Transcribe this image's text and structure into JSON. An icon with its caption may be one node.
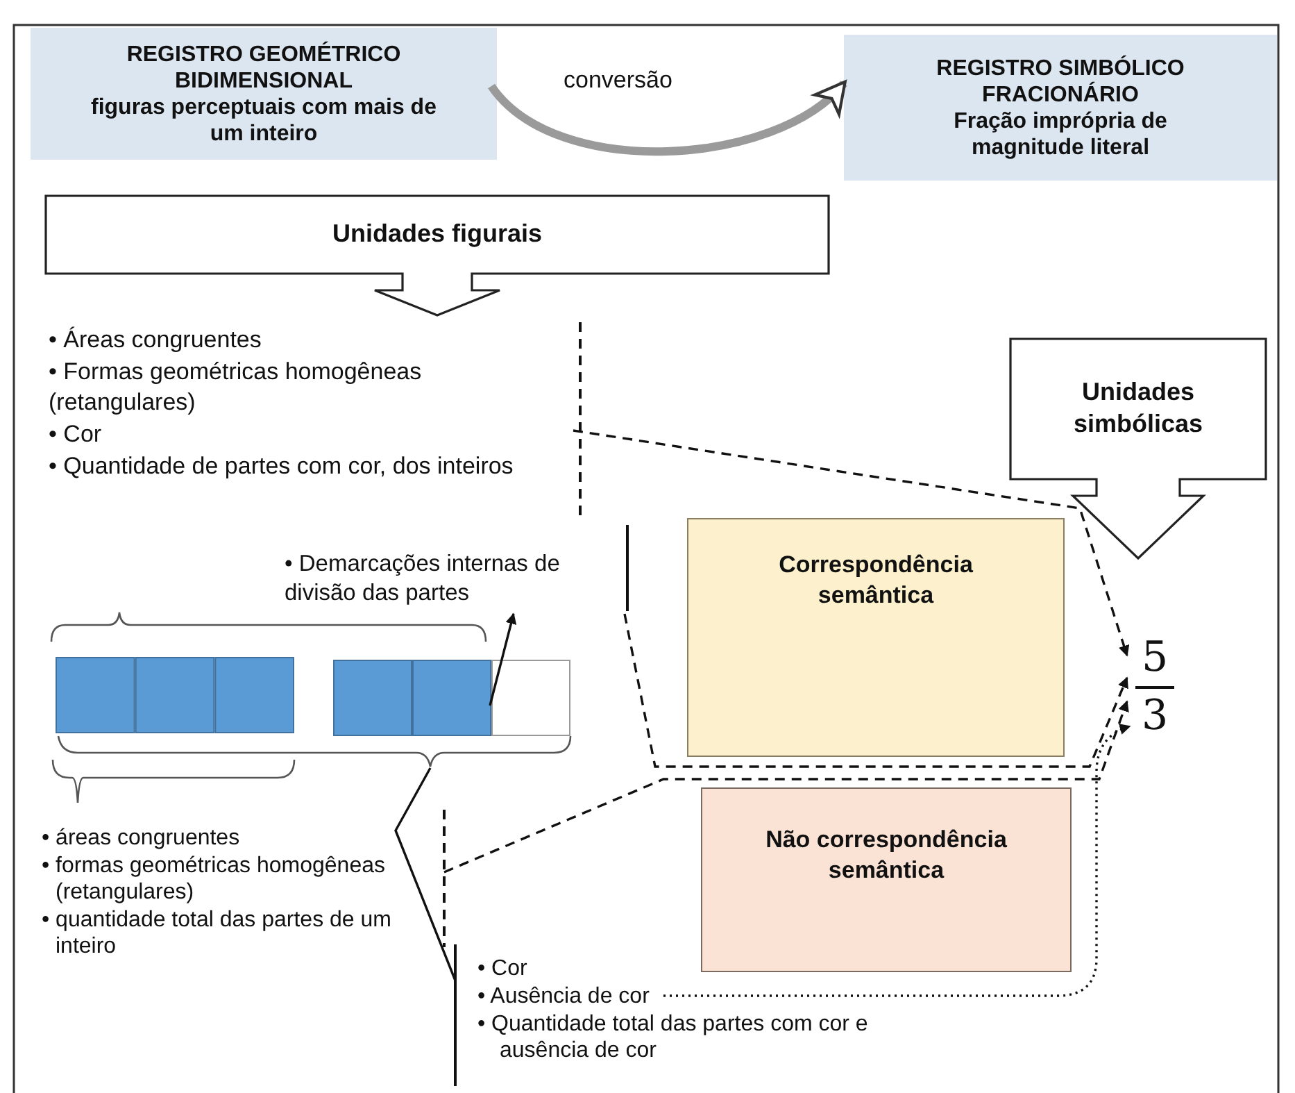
{
  "diagram": {
    "nodes": [
      {
        "text": [
          "REGISTRO GEOMÉTRICO BIDIMENSIONAL",
          "figuras perceptuais com mais de um inteiro"
        ]
      },
      {
        "text": [
          "REGISTRO SIMBÓLICO FRACIONÁRIO",
          "Fração imprópria de magnitude literal"
        ]
      },
      {
        "text": [
          "Unidades figurais"
        ]
      },
      {
        "text": [
          "Unidades simbólicas"
        ]
      },
      {
        "text": [
          "• Áreas congruentes",
          "• Formas geométricas homogêneas (retangulares)",
          "• Cor",
          "• Quantidade de partes com cor, dos inteiros"
        ]
      },
      {
        "text": [
          "• Demarcações internas de divisão das partes"
        ]
      },
      {
        "text": [],
        "shape": "bar"
      },
      {
        "text": [],
        "shape": "bar"
      },
      {
        "text": [
          "• áreas congruentes",
          "• formas geométricas homogêneas (retangulares)",
          "• quantidade total das partes de um inteiro"
        ]
      },
      {
        "text": [
          "• Cor",
          "• Ausência de cor",
          "• Quantidade total das partes com cor e ausência de cor"
        ]
      },
      {
        "text": [
          "Correspondência semântica"
        ]
      },
      {
        "text": [
          "Não correspondência semântica"
        ]
      },
      {
        "text": [
          "5",
          "3"
        ]
      },
      {
        "text": [],
        "shape": "brace"
      }
    ],
    "edges": [
      {
        "from": 0,
        "to": 1,
        "arrow": "to",
        "label": "conversão",
        "style": "thick",
        "color": "#9a9a9a"
      },
      {
        "from": 4,
        "to": 12,
        "arrow": "to",
        "style": "dashed"
      },
      {
        "from": 5,
        "to": 12,
        "arrow": "to",
        "style": "dashed"
      },
      {
        "from": 8,
        "to": 12,
        "arrow": "to",
        "style": "dashed"
      },
      {
        "from": 9,
        "to": 12,
        "arrow": "to",
        "style": "dashed"
      },
      {
        "from": 7,
        "to": 5,
        "arrow": "to"
      },
      {
        "from": 13,
        "to": 9,
        "arrow": "none"
      }
    ]
  }
}
